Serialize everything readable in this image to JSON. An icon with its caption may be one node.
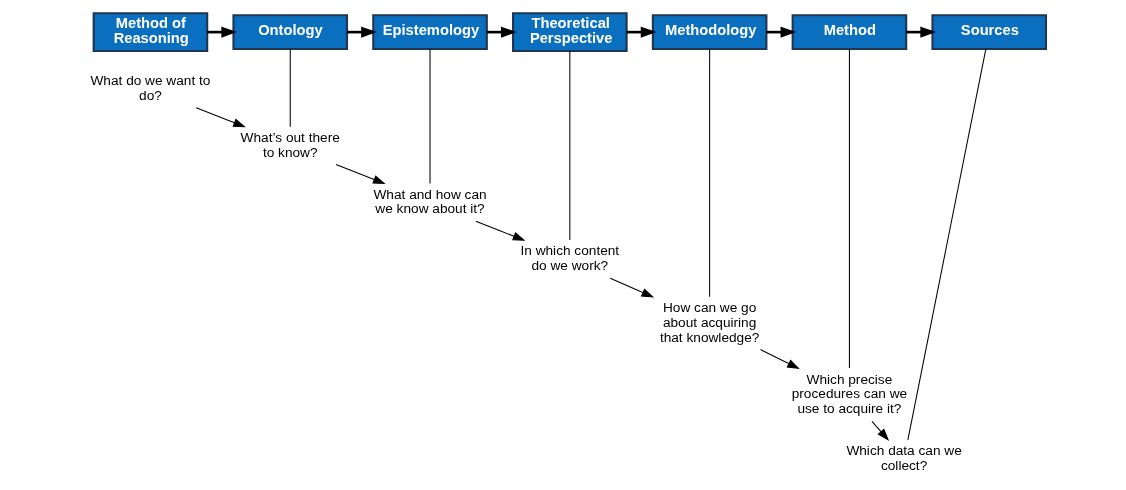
{
  "diagram": {
    "nodes": [
      {
        "text": [
          "Method of Reasoning"
        ]
      },
      {
        "text": [
          "Ontology"
        ]
      },
      {
        "text": [
          "Epistemology"
        ]
      },
      {
        "text": [
          "Theoretical Perspective"
        ]
      },
      {
        "text": [
          "Methodology"
        ]
      },
      {
        "text": [
          "Method"
        ]
      },
      {
        "text": [
          "Sources"
        ]
      },
      {
        "text": [
          "What do we want to do?"
        ]
      },
      {
        "text": [
          "What’s out there to know?"
        ]
      },
      {
        "text": [
          "What and how can we know about it?"
        ]
      },
      {
        "text": [
          "In which content do we work?"
        ]
      },
      {
        "text": [
          "How can we go about acquiring that knowledge?"
        ]
      },
      {
        "text": [
          "Which precise procedures can we use to acquire it?"
        ]
      },
      {
        "text": [
          "Which data can we collect?"
        ]
      }
    ],
    "edges": [
      {
        "from": 0,
        "to": 1,
        "arrow": "to"
      },
      {
        "from": 1,
        "to": 2,
        "arrow": "to"
      },
      {
        "from": 2,
        "to": 3,
        "arrow": "to"
      },
      {
        "from": 3,
        "to": 4,
        "arrow": "to"
      },
      {
        "from": 4,
        "to": 5,
        "arrow": "to"
      },
      {
        "from": 5,
        "to": 6,
        "arrow": "to"
      },
      {
        "from": 1,
        "to": 8,
        "arrow": "none"
      },
      {
        "from": 2,
        "to": 9,
        "arrow": "none"
      },
      {
        "from": 3,
        "to": 10,
        "arrow": "none"
      },
      {
        "from": 4,
        "to": 11,
        "arrow": "none"
      },
      {
        "from": 5,
        "to": 12,
        "arrow": "none"
      },
      {
        "from": 6,
        "to": 13,
        "arrow": "none"
      },
      {
        "from": 7,
        "to": 8,
        "arrow": "to"
      },
      {
        "from": 8,
        "to": 9,
        "arrow": "to"
      },
      {
        "from": 9,
        "to": 10,
        "arrow": "to"
      },
      {
        "from": 10,
        "to": 11,
        "arrow": "to"
      },
      {
        "from": 11,
        "to": 12,
        "arrow": "to"
      },
      {
        "from": 12,
        "to": 13,
        "arrow": "to"
      }
    ]
  }
}
